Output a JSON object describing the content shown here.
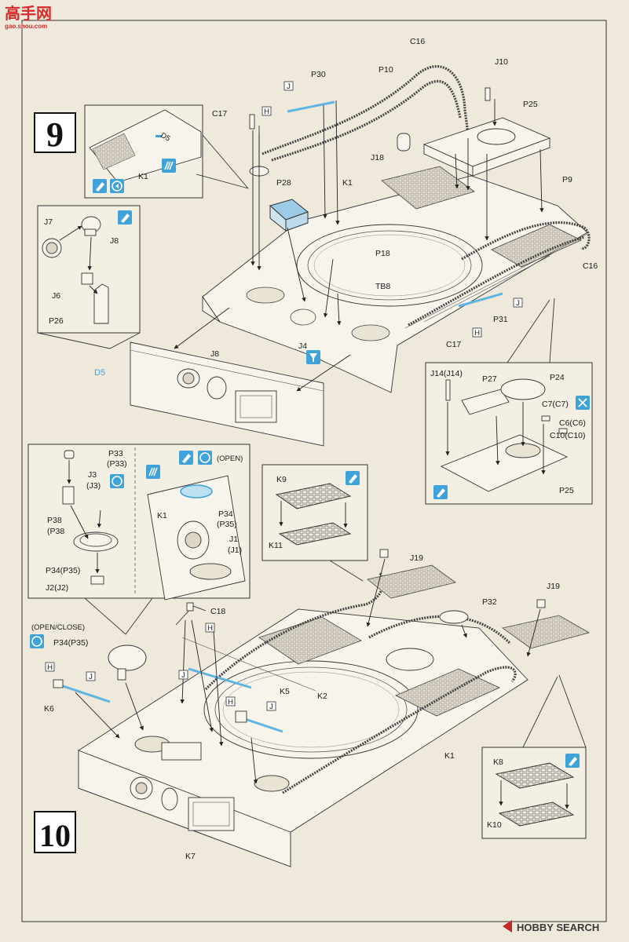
{
  "watermark": {
    "brand": "高手网",
    "url": "gao.shou.com"
  },
  "footer": {
    "brand": "HOBBY SEARCH"
  },
  "step9": {
    "number": "9",
    "labels": {
      "c16_top": "C16",
      "p30": "P30",
      "p10": "P10",
      "j10": "J10",
      "p25": "P25",
      "c17_top": "C17",
      "j18": "J18",
      "k1": "K1",
      "p28": "P28",
      "p9": "P9",
      "p18": "P18",
      "c16_right": "C16",
      "tb8": "TB8",
      "p31": "P31",
      "c17_bottom": "C17",
      "j4": "J4",
      "j8": "J8",
      "d5": "D5"
    },
    "callouts": {
      "j": "J",
      "h": "H"
    },
    "inset_k1": {
      "label": "K1",
      "decal": "D5"
    },
    "inset_j": {
      "j7": "J7",
      "j8": "J8",
      "j6": "J6",
      "p26": "P26"
    },
    "inset_p24": {
      "j14": "J14(J14)",
      "p27": "P27",
      "p24": "P24",
      "c7": "C7(C7)",
      "c6": "C6(C6)",
      "c10": "C10(C10)",
      "p25": "P25"
    }
  },
  "step10": {
    "number": "10",
    "labels": {
      "j19_a": "J19",
      "j19_b": "J19",
      "c18": "C18",
      "p32": "P32",
      "k5": "K5",
      "k2": "K2",
      "k6": "K6",
      "k1": "K1",
      "k7": "K7",
      "open_close": "(OPEN/CLOSE)",
      "p34_main": "P34(P35)"
    },
    "callouts": {
      "j": "J",
      "h": "H"
    },
    "inset_hatch": {
      "p33": "P33",
      "p33b": "(P33)",
      "j3": "J3",
      "j3b": "(J3)",
      "p38": "P38",
      "p38b": "(P38",
      "p34": "P34(P35)",
      "j2": "J2(J2)",
      "open": "(OPEN)",
      "k1": "K1",
      "p34r": "P34",
      "p35r": "(P35)",
      "j1": "J1",
      "j1b": "(J1)"
    },
    "inset_k9": {
      "k9": "K9",
      "k11": "K11"
    },
    "inset_k8": {
      "k8": "K8",
      "k10": "K10"
    }
  },
  "colors": {
    "accent": "#3fa3d9",
    "paper": "#efe9dc",
    "ink": "#1a1a1a",
    "logo_red": "#d62b2b"
  },
  "icons": [
    "paint-brush-icon",
    "rotate-icon",
    "decal-icon",
    "remove-icon",
    "glue-icon"
  ]
}
